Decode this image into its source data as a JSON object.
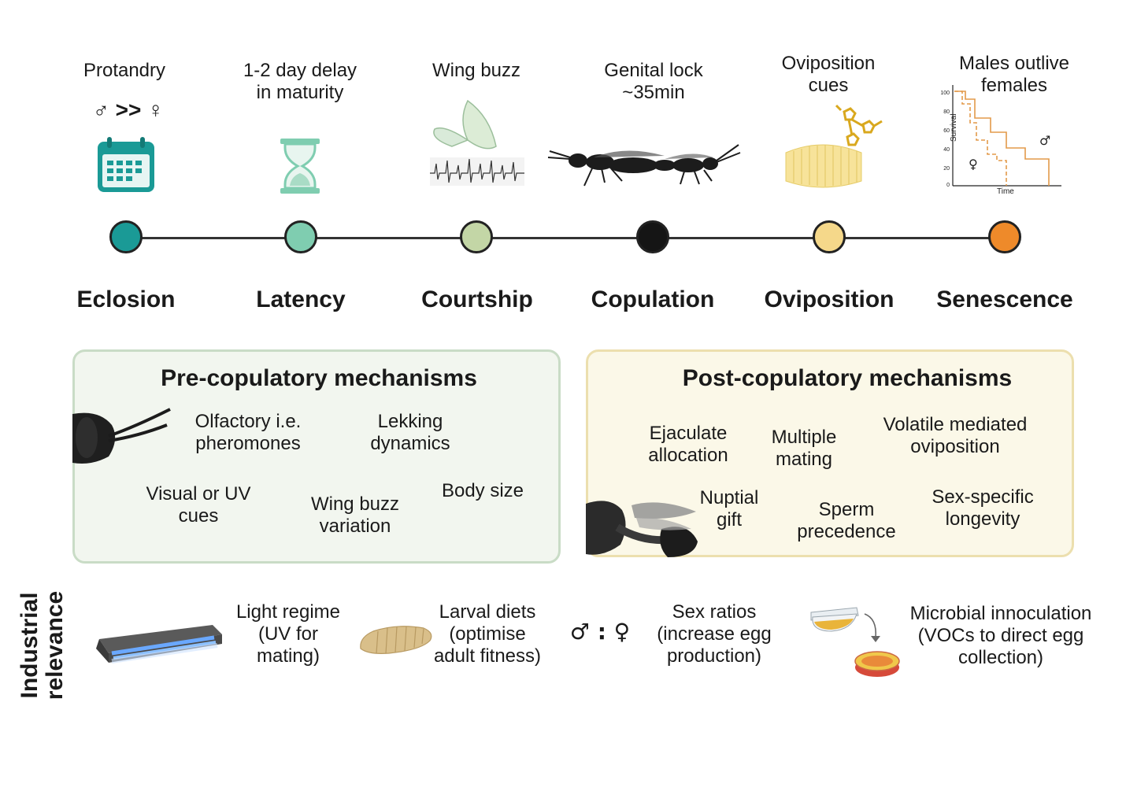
{
  "top_labels": [
    "Protandry",
    "1-2 day delay\nin maturity",
    "Wing buzz",
    "Genital lock\n~35min",
    "Oviposition\ncues",
    "Males outlive\nfemales"
  ],
  "protandry_symbol": "♂ >> ♀",
  "stages": [
    {
      "label": "Eclosion",
      "color": "#1a9a96"
    },
    {
      "label": "Latency",
      "color": "#7fcdb0"
    },
    {
      "label": "Courtship",
      "color": "#c3d6a6"
    },
    {
      "label": "Copulation",
      "color": "#151515"
    },
    {
      "label": "Oviposition",
      "color": "#f5d88a"
    },
    {
      "label": "Senescence",
      "color": "#ee8a2a"
    }
  ],
  "survival_chart": {
    "ylabel": "Survival",
    "xlabel": "Time",
    "yticks": [
      "100",
      "80",
      "60",
      "40",
      "20",
      "0"
    ],
    "male_symbol": "♂",
    "female_symbol": "♀",
    "color": "#e39a4a"
  },
  "pre": {
    "title": "Pre-copulatory mechanisms",
    "items": [
      "Olfactory i.e.\npheromones",
      "Lekking\ndynamics",
      "Visual or UV\ncues",
      "Wing buzz\nvariation",
      "Body size"
    ],
    "bg": "#f2f6ef",
    "border": "#c9dcc6"
  },
  "post": {
    "title": "Post-copulatory mechanisms",
    "items": [
      "Ejaculate\nallocation",
      "Multiple\nmating",
      "Volatile mediated\noviposition",
      "Nuptial\ngift",
      "Sperm\nprecedence",
      "Sex-specific\nlongevity"
    ],
    "bg": "#fbf8e8",
    "border": "#ecdfae"
  },
  "industrial": {
    "side_label": "Industrial\nrelevance",
    "ratio_symbol": "♂ : ♀",
    "items": [
      "Light regime\n(UV for\nmating)",
      "Larval diets\n(optimise\nadult fitness)",
      "Sex ratios\n(increase egg\nproduction)",
      "Microbial innoculation\n(VOCs to direct egg\ncollection)"
    ]
  }
}
